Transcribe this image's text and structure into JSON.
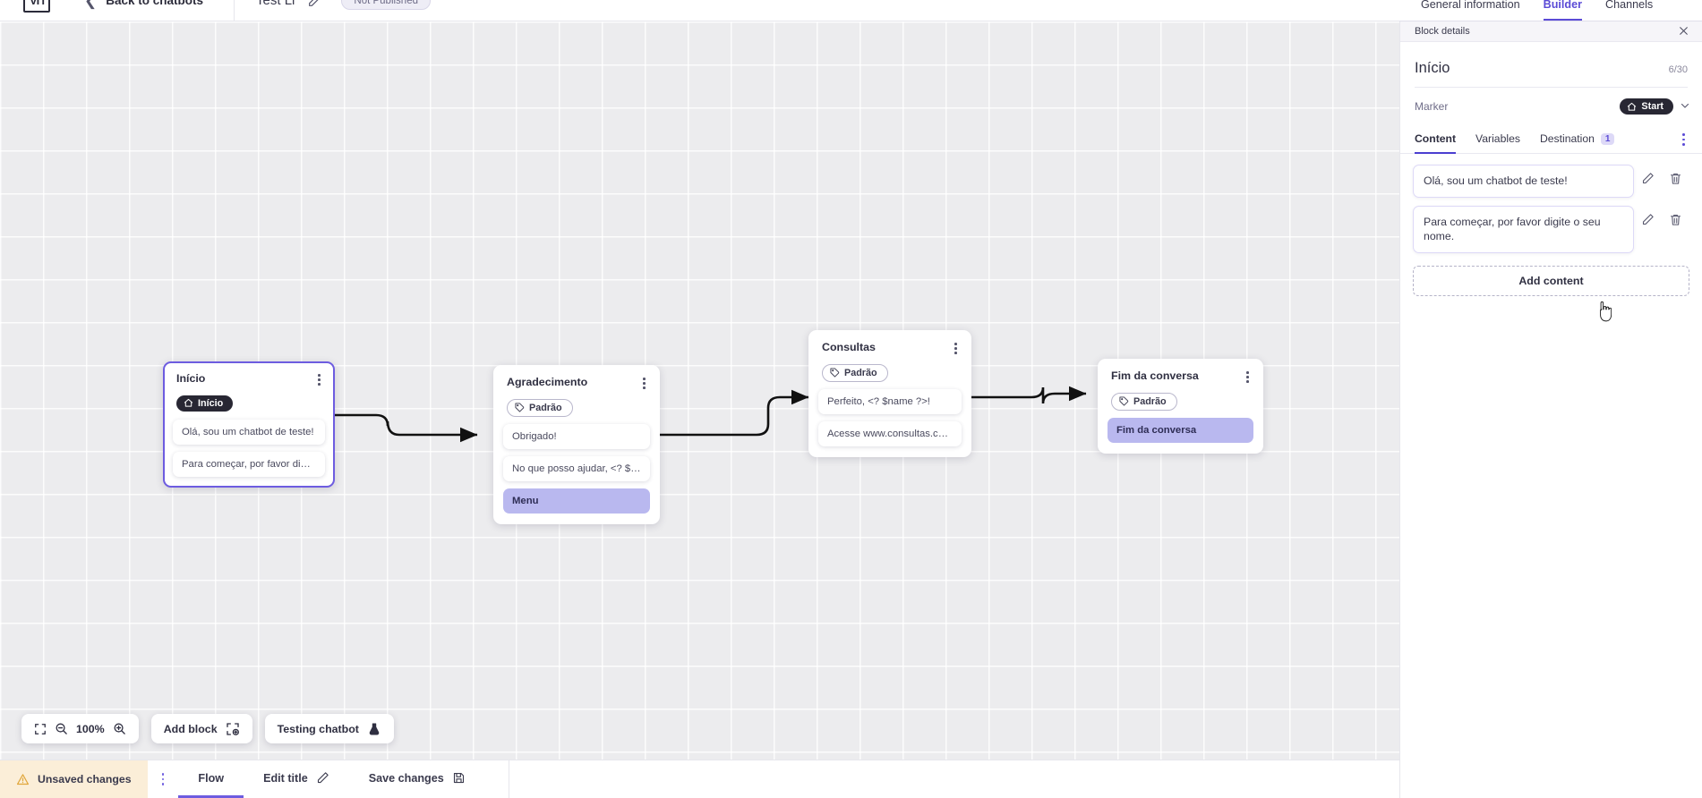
{
  "topbar": {
    "logo_alt": "app-logo",
    "back_label": "Back to chatbots",
    "bot_title": "Test Li",
    "edit_title_icon": "pencil-icon",
    "publish_status": "Not Published"
  },
  "top_tabs": [
    {
      "label": "General information",
      "active": false
    },
    {
      "label": "Builder",
      "active": true
    },
    {
      "label": "Channels",
      "active": false
    }
  ],
  "canvas": {
    "zoom_level": "100%",
    "fit_icon": "fit-screen-icon",
    "zoom_out_icon": "zoom-out-icon",
    "zoom_in_icon": "zoom-in-icon",
    "add_block_label": "Add block",
    "add_block_icon": "add-block-icon",
    "testing_label": "Testing chatbot",
    "testing_icon": "flask-icon",
    "nodes": [
      {
        "id": "inicio",
        "title": "Início",
        "selected": true,
        "chip": {
          "label": "Início",
          "type": "start",
          "icon": "home-icon"
        },
        "messages": [
          {
            "text": "Olá, sou um chatbot de teste!",
            "highlight": false
          },
          {
            "text": "Para começar, por favor digite o ...",
            "highlight": false
          }
        ]
      },
      {
        "id": "agradecimento",
        "title": "Agradecimento",
        "selected": false,
        "chip": {
          "label": "Padrão",
          "type": "padrao",
          "icon": "tag-icon"
        },
        "messages": [
          {
            "text": "Obrigado!",
            "highlight": false
          },
          {
            "text": "No que posso ajudar, <? $name ...",
            "highlight": false
          },
          {
            "text": "Menu",
            "highlight": true
          }
        ]
      },
      {
        "id": "consultas",
        "title": "Consultas",
        "selected": false,
        "chip": {
          "label": "Padrão",
          "type": "padrao",
          "icon": "tag-icon"
        },
        "messages": [
          {
            "text": "Perfeito, <? $name ?>!",
            "highlight": false
          },
          {
            "text": "Acesse www.consultas.com par...",
            "highlight": false
          }
        ]
      },
      {
        "id": "fim-da-conversa",
        "title": "Fim da conversa",
        "selected": false,
        "chip": {
          "label": "Padrão",
          "type": "padrao",
          "icon": "tag-icon"
        },
        "messages": [
          {
            "text": "Fim da conversa",
            "highlight": true
          }
        ]
      }
    ]
  },
  "statusbar": {
    "unsaved_label": "Unsaved changes",
    "unsaved_icon": "warning-triangle-icon",
    "kebab_icon": "kebab-menu-icon",
    "tabs": [
      {
        "label": "Flow",
        "active": true,
        "icon": ""
      },
      {
        "label": "Edit title",
        "active": false,
        "icon": "pencil-icon"
      },
      {
        "label": "Save changes",
        "active": false,
        "icon": "save-disk-icon"
      }
    ]
  },
  "panel": {
    "header_title": "Block details",
    "close_icon": "close-icon",
    "block_title": "Início",
    "char_counter": "6/30",
    "marker_label": "Marker",
    "marker_value": "Start",
    "marker_icon": "home-icon",
    "marker_chevron": "chevron-down-icon",
    "tabs": [
      {
        "label": "Content",
        "active": true,
        "badge": ""
      },
      {
        "label": "Variables",
        "active": false,
        "badge": ""
      },
      {
        "label": "Destination",
        "active": false,
        "badge": "1"
      }
    ],
    "contents": [
      {
        "text": "Olá, sou um chatbot de teste!",
        "edit_icon": "pencil-icon",
        "delete_icon": "trash-icon"
      },
      {
        "text": "Para começar, por favor digite o seu nome.",
        "edit_icon": "pencil-icon",
        "delete_icon": "trash-icon"
      }
    ],
    "add_content_label": "Add content"
  },
  "colors": {
    "accent": "#5b4bd6",
    "highlight": "#b9b8ef",
    "warning_bg": "#fbeed8",
    "canvas_bg": "#ececee"
  }
}
